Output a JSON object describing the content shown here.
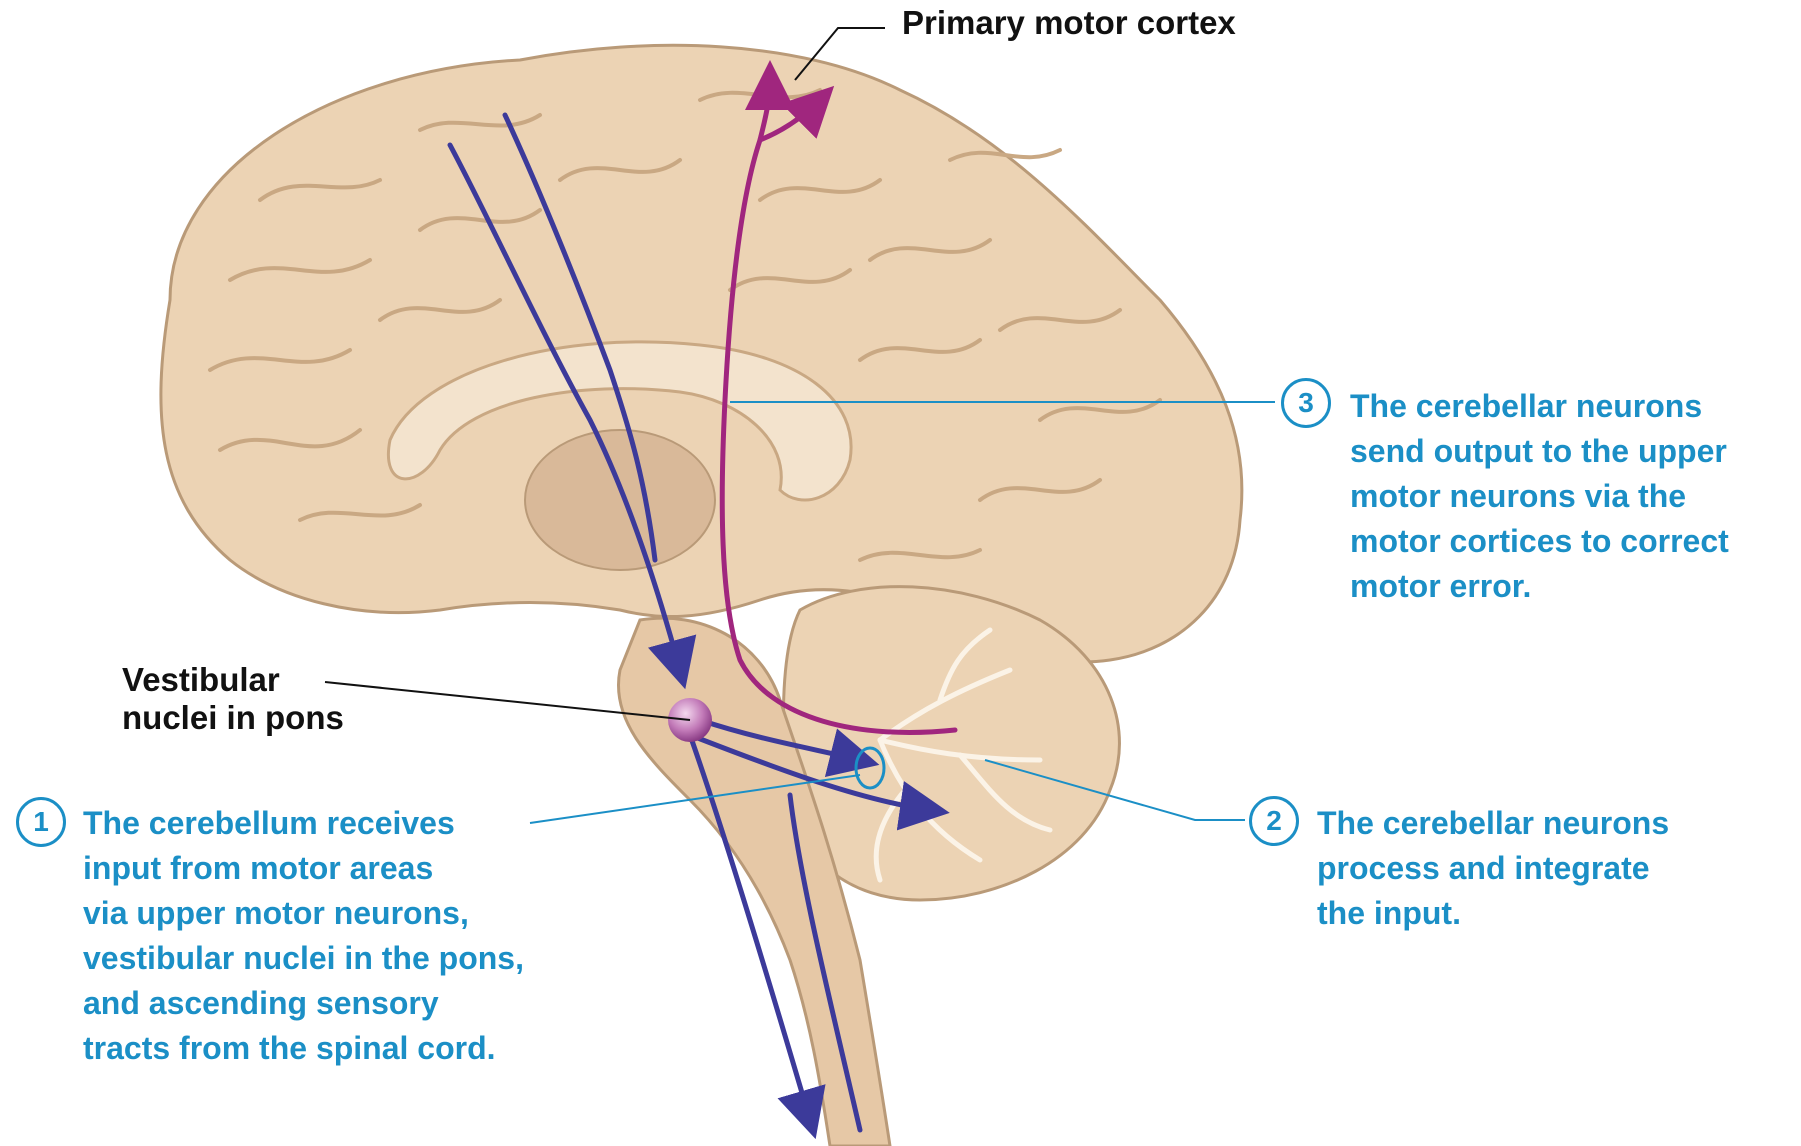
{
  "labels": {
    "primary_motor_cortex": "Primary motor cortex",
    "vestibular_nuclei": "Vestibular\nnuclei in pons"
  },
  "steps": [
    {
      "number": "1",
      "text": "The cerebellum receives\ninput from motor areas\nvia upper motor neurons,\nvestibular nuclei in the pons,\nand ascending sensory\ntracts from the spinal cord."
    },
    {
      "number": "2",
      "text": "The cerebellar neurons\nprocess and integrate\nthe input."
    },
    {
      "number": "3",
      "text": "The cerebellar neurons\nsend output to the upper\nmotor neurons via the\nmotor cortices to correct\nmotor error."
    }
  ],
  "colors": {
    "label_blue": "#1b8fc6",
    "input_pathway": "#3c3a9a",
    "output_pathway": "#a0267e",
    "brain_tissue": "#ecd3b4",
    "brain_outline": "#b99a78"
  }
}
